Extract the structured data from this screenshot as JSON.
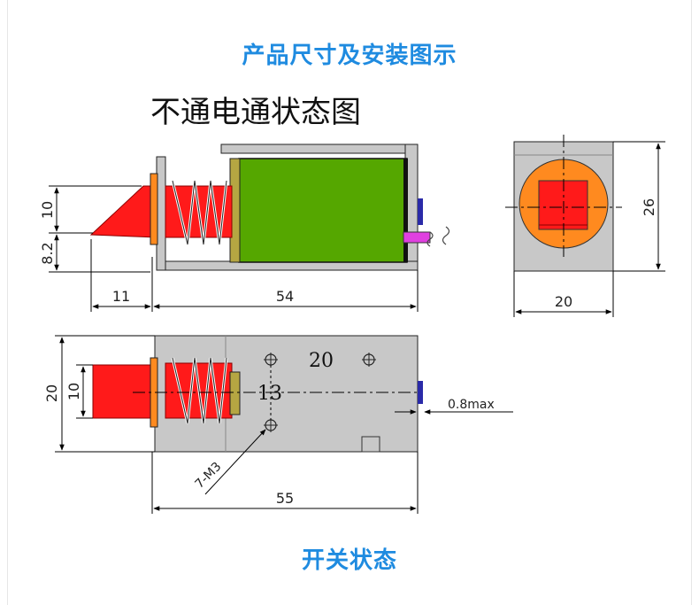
{
  "header": {
    "title": "产品尺寸及安装图示"
  },
  "footer": {
    "title": "开关状态"
  },
  "diagram": {
    "state_label": "不通电通状态图",
    "side_view": {
      "dim_plunger_height": "10",
      "dim_plunger_offset": "8.2",
      "dim_plunger_length": "11",
      "dim_body_length": "54"
    },
    "end_view": {
      "dim_height": "26",
      "dim_width": "20"
    },
    "top_view": {
      "dim_body_height": "20",
      "dim_plunger_height": "10",
      "dim_hole_spacing_x": "20",
      "dim_hole_spacing_y": "13",
      "dim_gap": "0.8max",
      "dim_total_length": "55",
      "hole_callout": "7-M3"
    }
  },
  "colors": {
    "accent": "#1f8be0",
    "plunger_red": "#ff1a1a",
    "coil_green": "#55a700",
    "frame_gray": "#c8c8c8",
    "washer_olive": "#b5a642",
    "wire_magenta": "#e040e0",
    "orange_disc": "#ff8a1f"
  }
}
